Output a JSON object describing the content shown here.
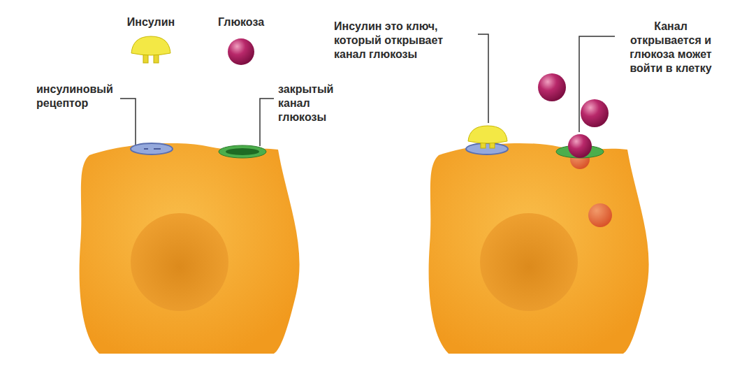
{
  "diagram": {
    "labels": [
      "инсулиновый рецептор",
      "закрытый канал глюкозы",
      "Инсулин это ключ, который открывает канал глюкозы",
      "Канал открывается и глюкоза может войти в клетку"
    ],
    "legend": [
      {
        "text": "Инсулин"
      },
      {
        "text": "Глюкоза"
      }
    ]
  }
}
